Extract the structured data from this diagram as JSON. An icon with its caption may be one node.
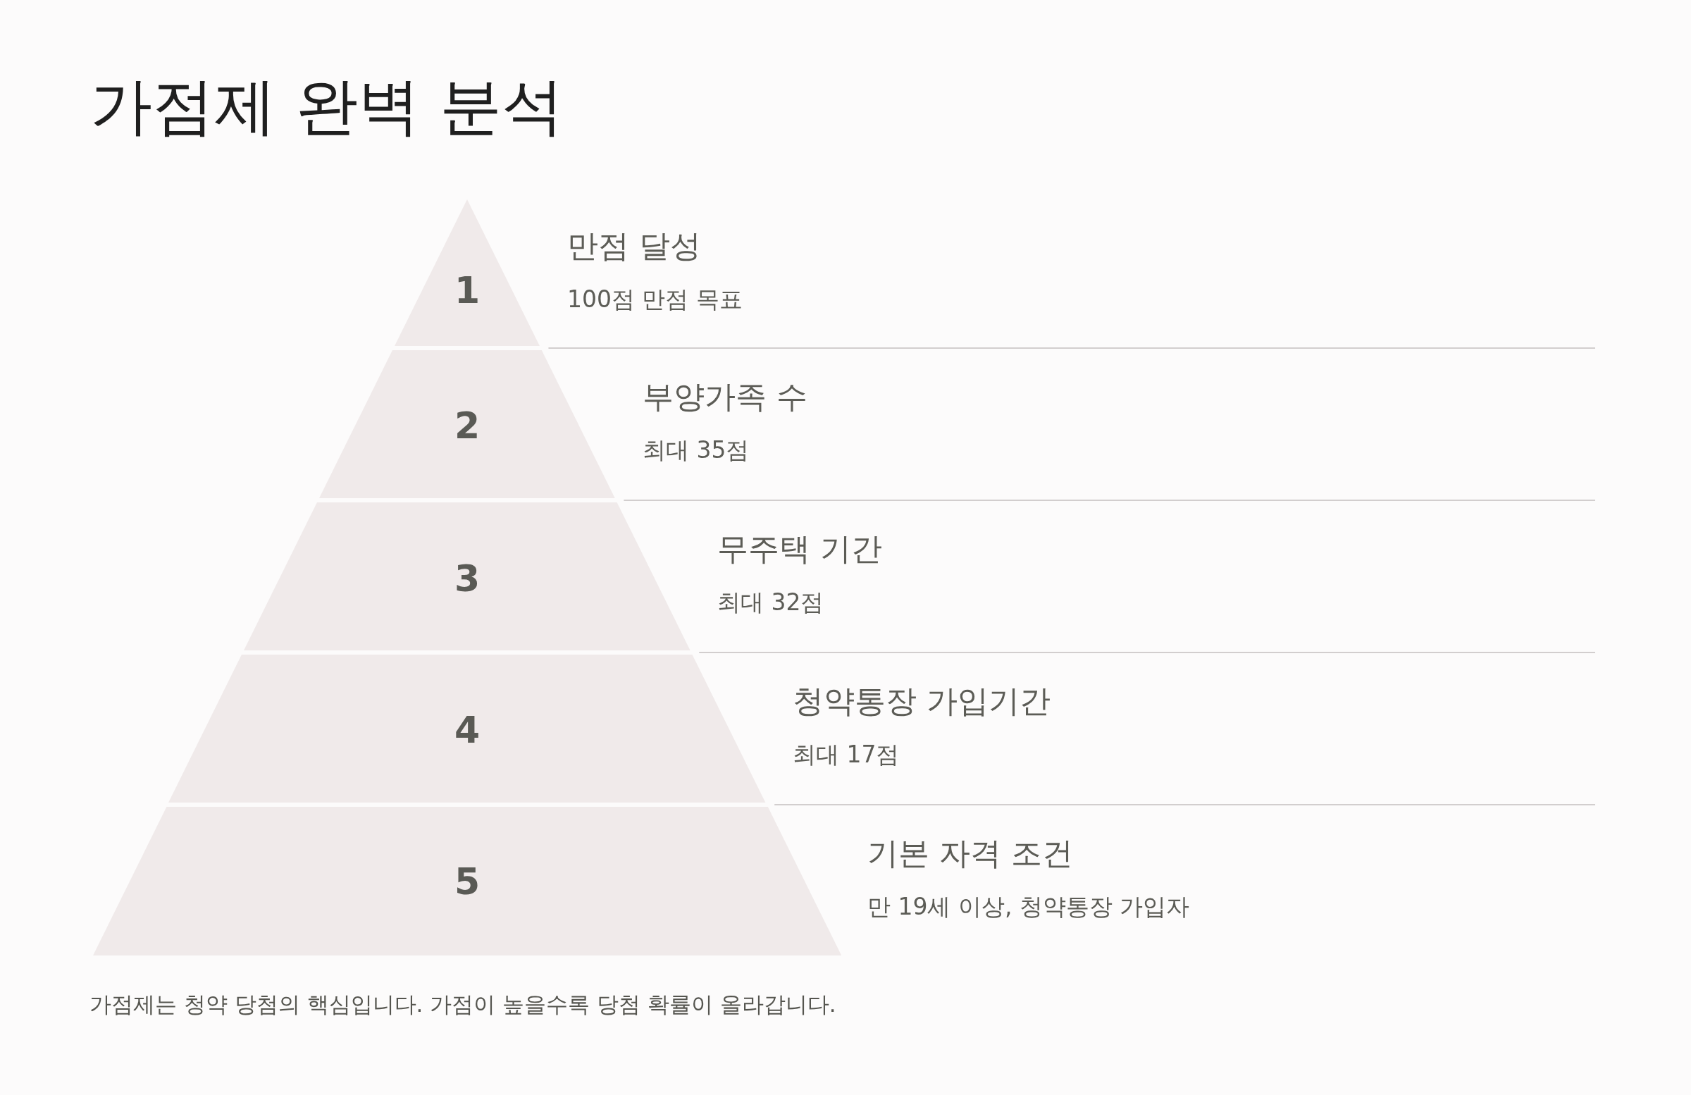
{
  "diagram": {
    "title": "가점제 완벽 분석",
    "caption": "가점제는 청약 당첨의 핵심입니다. 가점이 높을수록 당첨 확률이 올라갑니다.",
    "nodes": [
      {
        "text": [
          "1"
        ],
        "beside": [
          "만점 달성",
          "100점 만점 목표"
        ]
      },
      {
        "text": [
          "2"
        ],
        "beside": [
          "부양가족 수",
          "최대 35점"
        ]
      },
      {
        "text": [
          "3"
        ],
        "beside": [
          "무주택 기간",
          "최대 32점"
        ]
      },
      {
        "text": [
          "4"
        ],
        "beside": [
          "청약통장 가입기간",
          "최대 17점"
        ]
      },
      {
        "text": [
          "5"
        ],
        "beside": [
          "기본 자격 조건",
          "만 19세 이상, 청약통장 가입자"
        ]
      }
    ]
  }
}
